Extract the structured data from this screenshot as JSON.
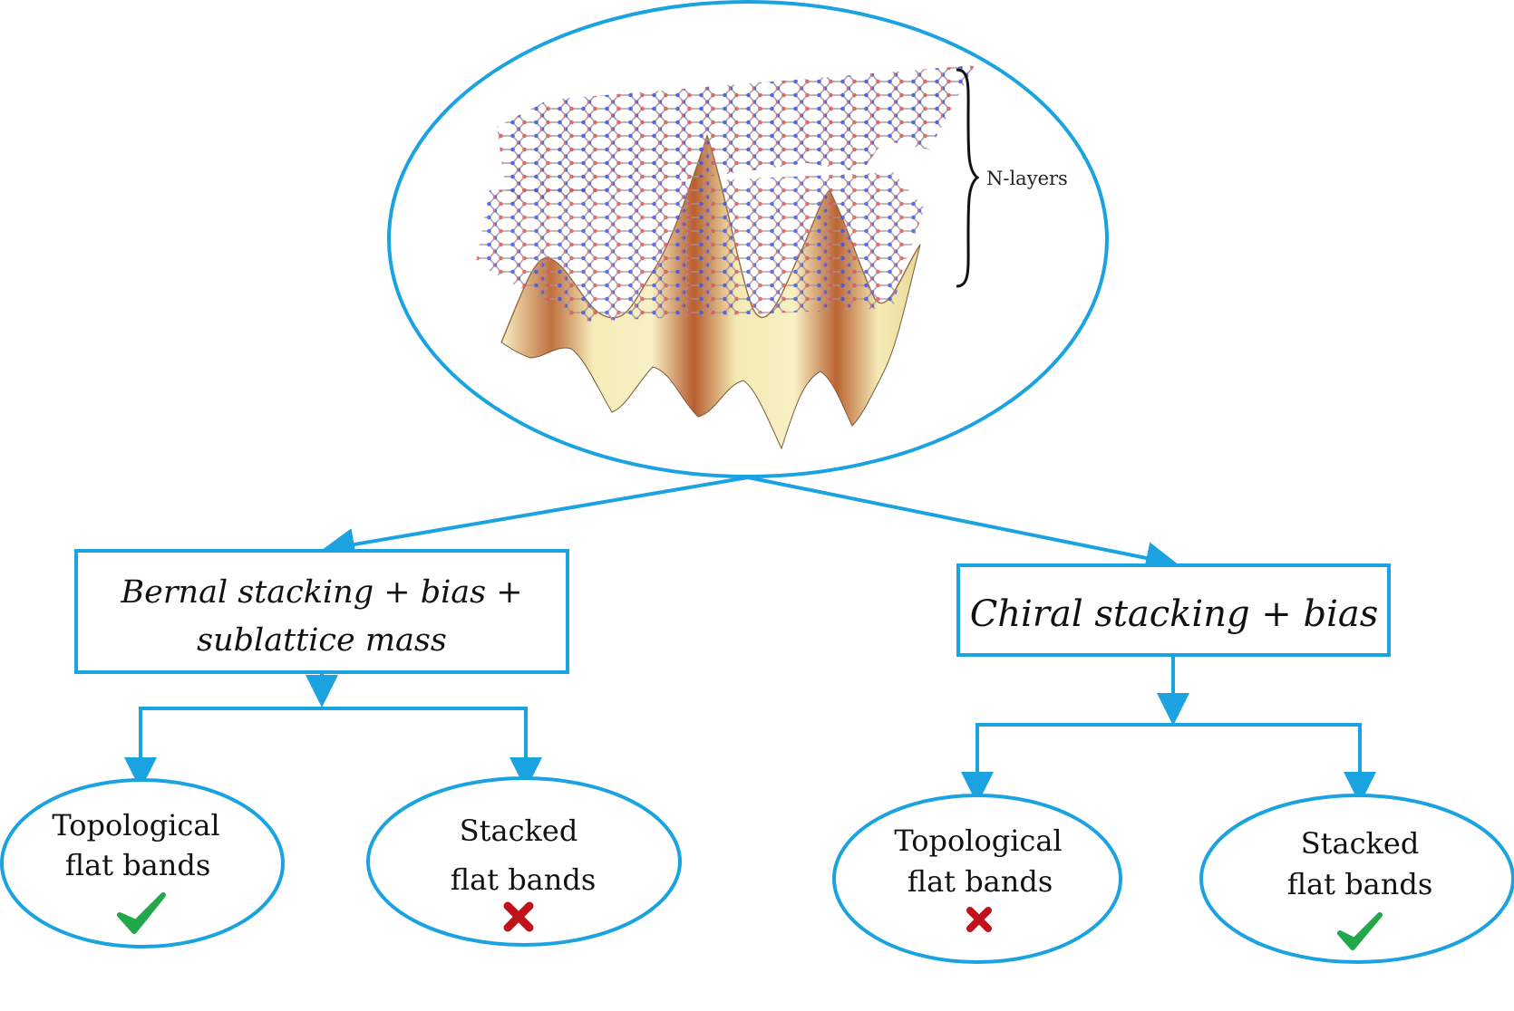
{
  "colors": {
    "accent": "#1aa3e0",
    "check": "#22a84a",
    "cross": "#c0121b",
    "surface_light": "#f4ecb8",
    "surface_dark": "#b4602e",
    "atom_red": "#e0555a",
    "atom_blue": "#4a52e0"
  },
  "top": {
    "layers_label": "N-layers"
  },
  "branches": [
    {
      "title_line1": "Bernal stacking + bias +",
      "title_line2": "sublattice mass",
      "leaves": [
        {
          "line1": "Topological",
          "line2": "flat bands",
          "mark": "check-icon"
        },
        {
          "line1": "Stacked",
          "line2": "flat bands",
          "mark": "cross-icon"
        }
      ]
    },
    {
      "title_line1": "Chiral stacking + bias",
      "title_line2": "",
      "leaves": [
        {
          "line1": "Topological",
          "line2": "flat bands",
          "mark": "cross-icon"
        },
        {
          "line1": "Stacked",
          "line2": "flat bands",
          "mark": "check-icon"
        }
      ]
    }
  ]
}
